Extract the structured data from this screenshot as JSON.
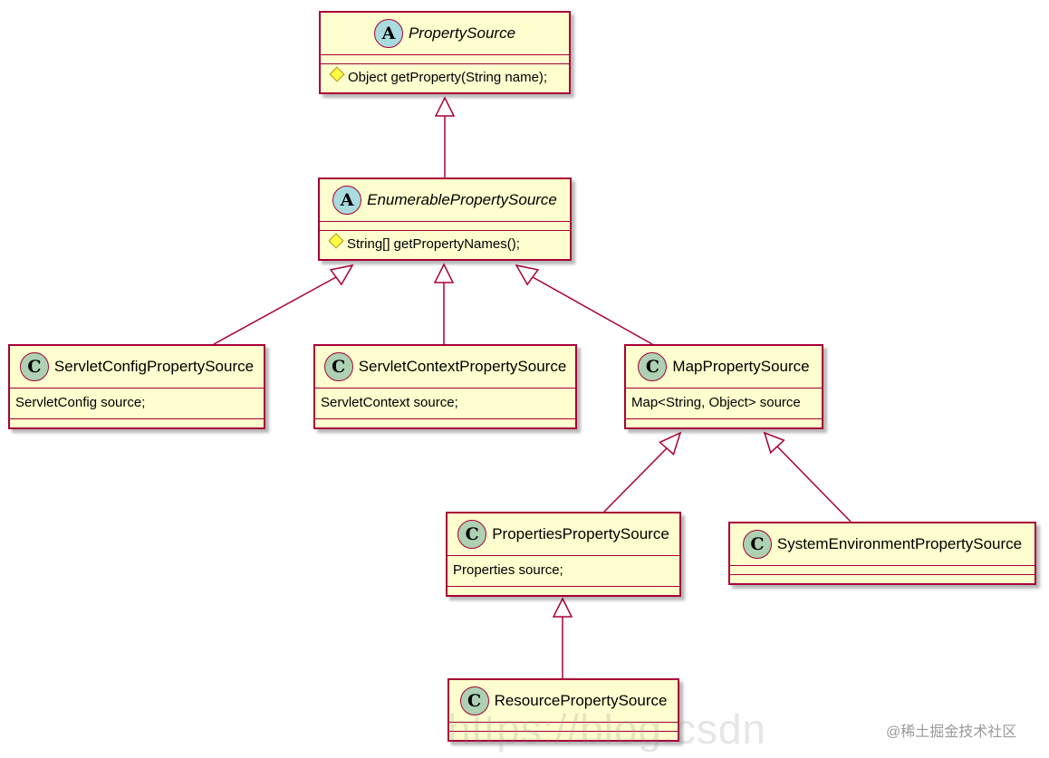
{
  "diagram": {
    "colors": {
      "fill": "#FEFECE",
      "border": "#A80036",
      "class_badge": "#ADD1B2",
      "abstract_badge": "#A9DCDF",
      "visibility_protected": "#FFFF44"
    },
    "classes": {
      "property_source": {
        "stereotype": "A",
        "name": "PropertySource",
        "method": "Object getProperty(String name);"
      },
      "enumerable_property_source": {
        "stereotype": "A",
        "name": "EnumerablePropertySource",
        "method": "String[] getPropertyNames();"
      },
      "servlet_config_property_source": {
        "stereotype": "C",
        "name": "ServletConfigPropertySource",
        "field": "ServletConfig source;"
      },
      "servlet_context_property_source": {
        "stereotype": "C",
        "name": "ServletContextPropertySource",
        "field": "ServletContext source;"
      },
      "map_property_source": {
        "stereotype": "C",
        "name": "MapPropertySource",
        "field": "Map<String, Object> source"
      },
      "properties_property_source": {
        "stereotype": "C",
        "name": "PropertiesPropertySource",
        "field": "Properties source;"
      },
      "system_environment_property_source": {
        "stereotype": "C",
        "name": "SystemEnvironmentPropertySource"
      },
      "resource_property_source": {
        "stereotype": "C",
        "name": "ResourcePropertySource"
      }
    },
    "relations": [
      {
        "from": "enumerable_property_source",
        "to": "property_source",
        "type": "extends"
      },
      {
        "from": "servlet_config_property_source",
        "to": "enumerable_property_source",
        "type": "extends"
      },
      {
        "from": "servlet_context_property_source",
        "to": "enumerable_property_source",
        "type": "extends"
      },
      {
        "from": "map_property_source",
        "to": "enumerable_property_source",
        "type": "extends"
      },
      {
        "from": "properties_property_source",
        "to": "map_property_source",
        "type": "extends"
      },
      {
        "from": "system_environment_property_source",
        "to": "map_property_source",
        "type": "extends"
      },
      {
        "from": "resource_property_source",
        "to": "properties_property_source",
        "type": "extends"
      }
    ]
  },
  "watermarks": {
    "overlay": "https://blog.csdn",
    "source": "@稀土掘金技术社区"
  }
}
